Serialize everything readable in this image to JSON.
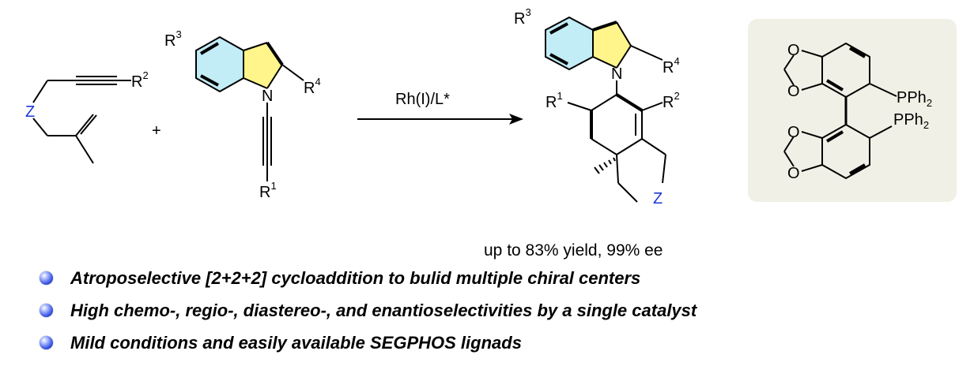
{
  "scheme": {
    "reactant1": {
      "r2": "R",
      "r2_sup": "2",
      "z": "Z"
    },
    "plus": "+",
    "reactant2": {
      "r3": "R",
      "r3_sup": "3",
      "r4": "R",
      "r4_sup": "4",
      "n": "N",
      "r1": "R",
      "r1_sup": "1"
    },
    "arrow_label": "Rh(I)/L*",
    "product": {
      "r3": "R",
      "r3_sup": "3",
      "n": "N",
      "r4": "R",
      "r4_sup": "4",
      "r1": "R",
      "r1_sup": "1",
      "r2": "R",
      "r2_sup": "2",
      "z": "Z"
    },
    "ligand": {
      "pph2_top": "PPh",
      "pph2_top_sub": "2",
      "pph2_bottom": "PPh",
      "pph2_bottom_sub": "2",
      "o_atoms": [
        "O",
        "O",
        "O",
        "O"
      ]
    }
  },
  "yield_text": "up to 83% yield, 99% ee",
  "bullets": [
    "Atroposelective [2+2+2] cycloaddition to bulid multiple chiral centers",
    "High chemo-, regio-, diastereo-, and enantioselectivities by a single catalyst",
    "Mild conditions and easily available SEGPHOS lignads"
  ],
  "colors": {
    "benzo_fill": "#c2ecf6",
    "pyrrole_fill": "#fff58a",
    "z_color": "#1a37d6",
    "ligand_box": "#f1f0e6",
    "bullet": "#3f5ae6"
  }
}
